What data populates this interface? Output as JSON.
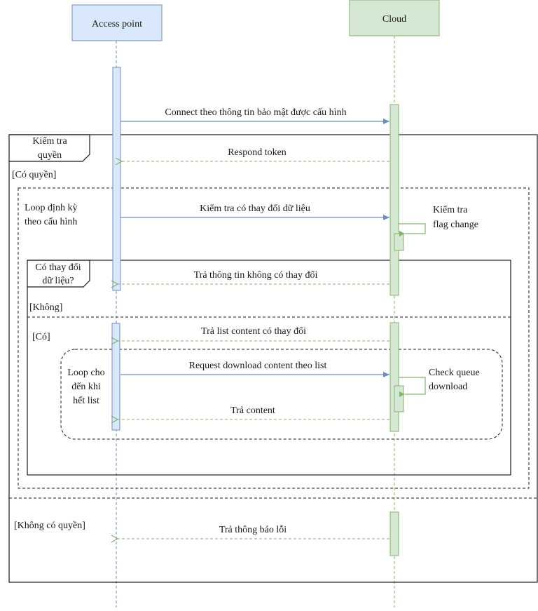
{
  "participants": {
    "access_point": "Access point",
    "cloud": "Cloud"
  },
  "frames": {
    "auth": {
      "tag_line1": "Kiểm tra",
      "tag_line2": "quyền",
      "guard_ok": "[Có quyền]",
      "guard_else": "[Không có quyền]"
    },
    "loop_periodic": {
      "line1": "Loop định kỳ",
      "line2": "theo cấu hình"
    },
    "change_check": {
      "tag_line1": "Có thay đổi",
      "tag_line2": "dữ liệu?",
      "guard_no": "[Không]",
      "guard_yes": "[Có]"
    },
    "loop_list": {
      "line1": "Loop cho",
      "line2": "đến khi",
      "line3": "hết list"
    }
  },
  "messages": {
    "connect": "Connect theo thông tin bảo mật được cấu hình",
    "respond_token": "Respond token",
    "check_change": "Kiểm tra có thay đổi dữ liệu",
    "no_change": "Trả thông tin không có thay đổi",
    "changed_list": "Trả list content có thay đổi",
    "request_download": "Request download content theo list",
    "return_content": "Trả content",
    "error": "Trả thông báo lỗi"
  },
  "self_notes": {
    "flag_change_line1": "Kiểm tra",
    "flag_change_line2": "flag change",
    "queue_line1": "Check queue",
    "queue_line2": "download"
  },
  "colors": {
    "ap_fill": "#dae8fc",
    "ap_stroke": "#6c8ebf",
    "cloud_fill": "#d5e8d4",
    "cloud_stroke": "#82b366"
  }
}
